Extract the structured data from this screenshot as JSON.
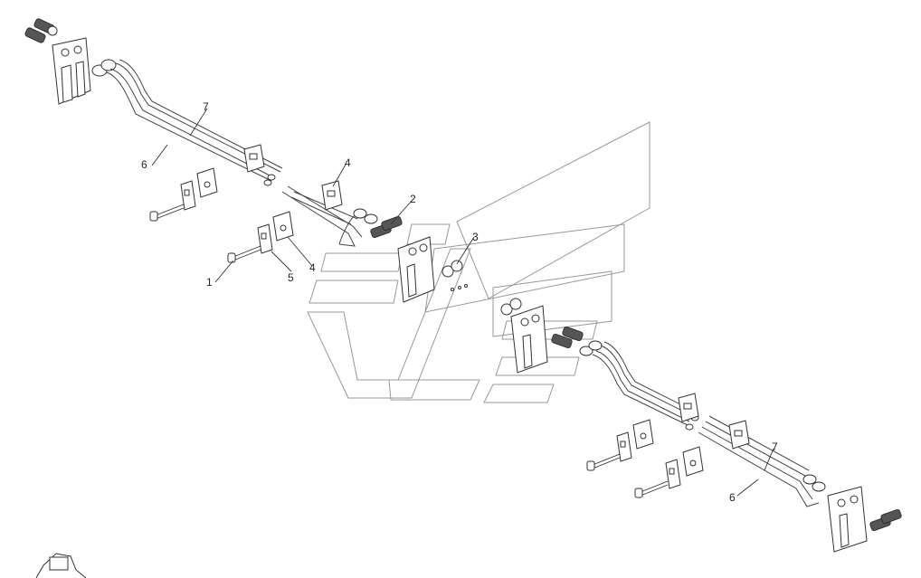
{
  "callouts": {
    "c1": "1",
    "c2": "2",
    "c3": "3",
    "c4a": "4",
    "c4b": "4",
    "c5": "5",
    "c6a": "6",
    "c7a": "7",
    "c6b": "6",
    "c7b": "7"
  },
  "colors": {
    "line": "#333333",
    "watermark": "#999999",
    "background": "#ffffff"
  }
}
